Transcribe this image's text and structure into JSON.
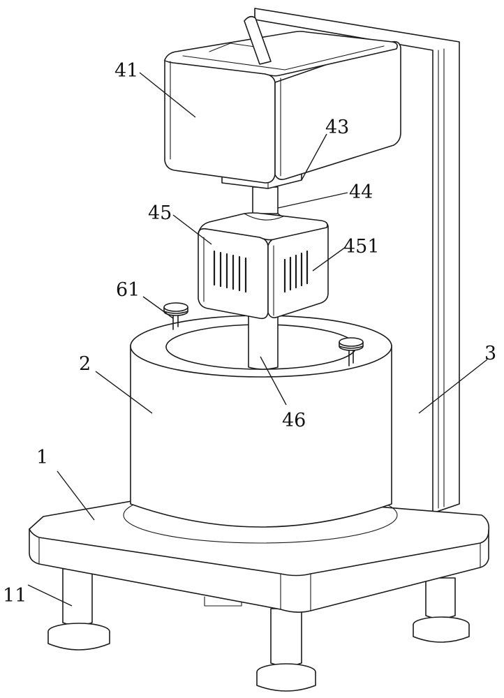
{
  "figure": {
    "labels": {
      "base": "1",
      "feet": "11",
      "barrel": "2",
      "column": "3",
      "hopper": "41",
      "motor_seat": "43",
      "shaft_upper": "44",
      "housing": "45",
      "vents": "451",
      "shaft_lower": "46",
      "knob": "61"
    }
  }
}
